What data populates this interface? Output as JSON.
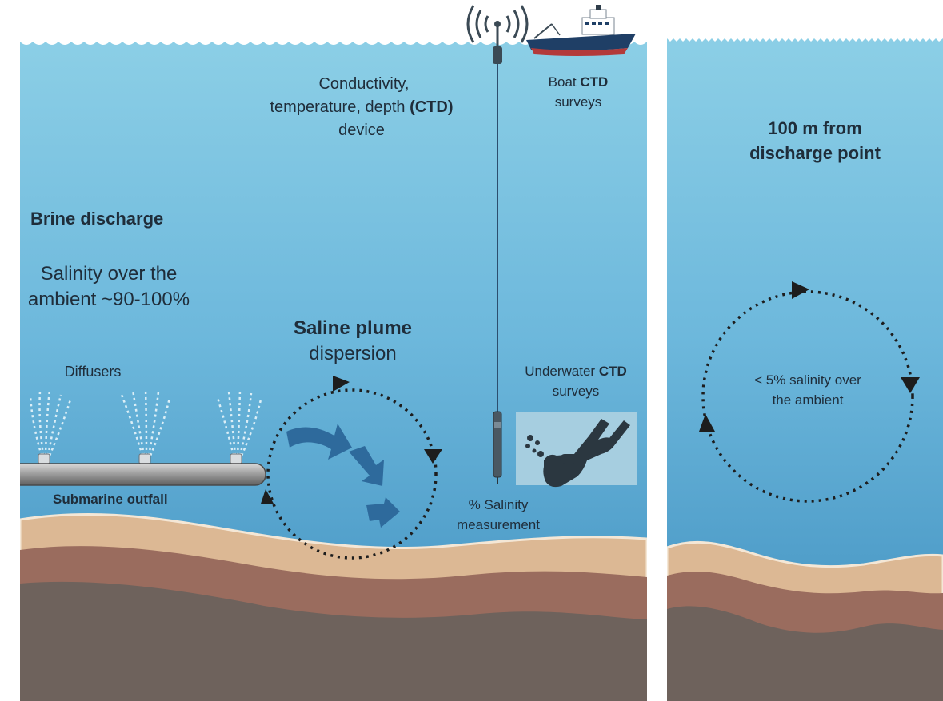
{
  "labels": {
    "ctd_device_line1": "Conductivity,",
    "ctd_device_line2_pre": "temperature, depth ",
    "ctd_device_line2_bold": "(CTD)",
    "ctd_device_line3": "device",
    "boat_pre": "Boat ",
    "boat_bold": "CTD",
    "boat_line2": "surveys",
    "brine_title": "Brine discharge",
    "salinity_line1": "Salinity over the",
    "salinity_line2": "ambient ~90-100%",
    "plume_bold": "Saline plume",
    "plume_line2": "dispersion",
    "diffusers": "Diffusers",
    "underwater_pre": "Underwater ",
    "underwater_bold": "CTD",
    "underwater_line2": "surveys",
    "outfall": "Submarine outfall",
    "measure_line1": "% Salinity",
    "measure_line2": "measurement",
    "far_title_line1": "100 m from",
    "far_title_line2": "discharge point",
    "far_sal_line1": "< 5% salinity over",
    "far_sal_line2": "the ambient"
  },
  "colors": {
    "water_top": "#86cbe4",
    "water_bottom": "#3e8fbe",
    "sand": "#dcb894",
    "clay": "#9a6c5e",
    "rock": "#6e625c",
    "plume_arrow": "#2e6a9c",
    "ship_hull": "#1f3f66",
    "ship_keel": "#b33a3a"
  },
  "icons": [
    "antenna-signal-icon",
    "research-ship-icon",
    "ctd-probe-icon",
    "scuba-diver-icon",
    "diffuser-spray-icon",
    "circular-dispersion-arrows-icon"
  ]
}
